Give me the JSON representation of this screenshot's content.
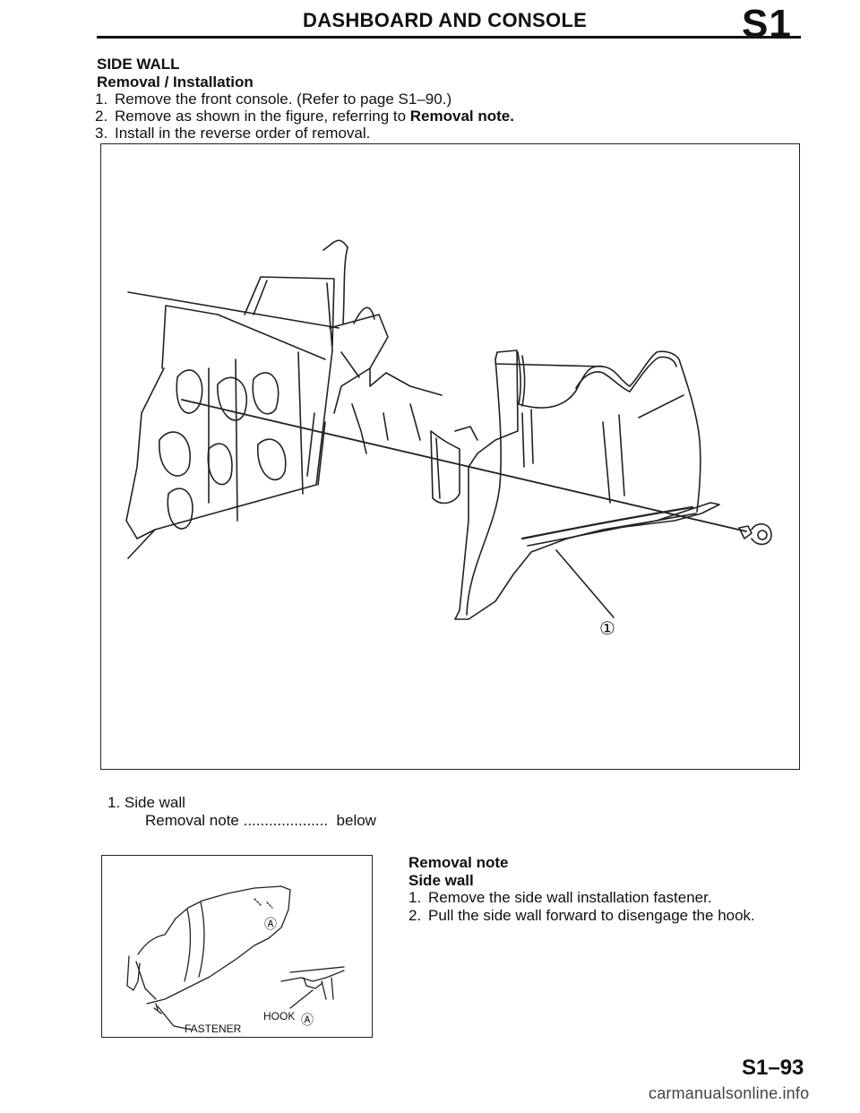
{
  "header": {
    "title": "DASHBOARD AND CONSOLE",
    "section_code": "S1"
  },
  "section": {
    "title": "SIDE WALL",
    "subtitle": "Removal / Installation",
    "steps": [
      {
        "num": "1.",
        "text": "Remove the front console. (Refer to page S1–90.)",
        "bold": ""
      },
      {
        "num": "2.",
        "text": "Remove as shown in the figure, referring to ",
        "bold": "Removal note."
      },
      {
        "num": "3.",
        "text": "Install in the reverse order of removal.",
        "bold": ""
      }
    ]
  },
  "figure1": {
    "callout": "①"
  },
  "legend": {
    "item": "1.  Side wall",
    "note_label": "Removal note",
    "note_leader": " ....................",
    "note_ref": "below"
  },
  "figure2": {
    "label_a": "Ⓐ",
    "label_hook": "HOOK",
    "label_hook_a": "Ⓐ",
    "label_fastener": "FASTENER"
  },
  "removal_note": {
    "title": "Removal note",
    "subtitle": "Side wall",
    "steps": [
      {
        "num": "1.",
        "text": "Remove the side wall installation fastener."
      },
      {
        "num": "2.",
        "text": "Pull the side wall forward to disengage the hook."
      }
    ]
  },
  "footer": {
    "page_number": "S1–93",
    "watermark": "carmanualsonline.info"
  }
}
